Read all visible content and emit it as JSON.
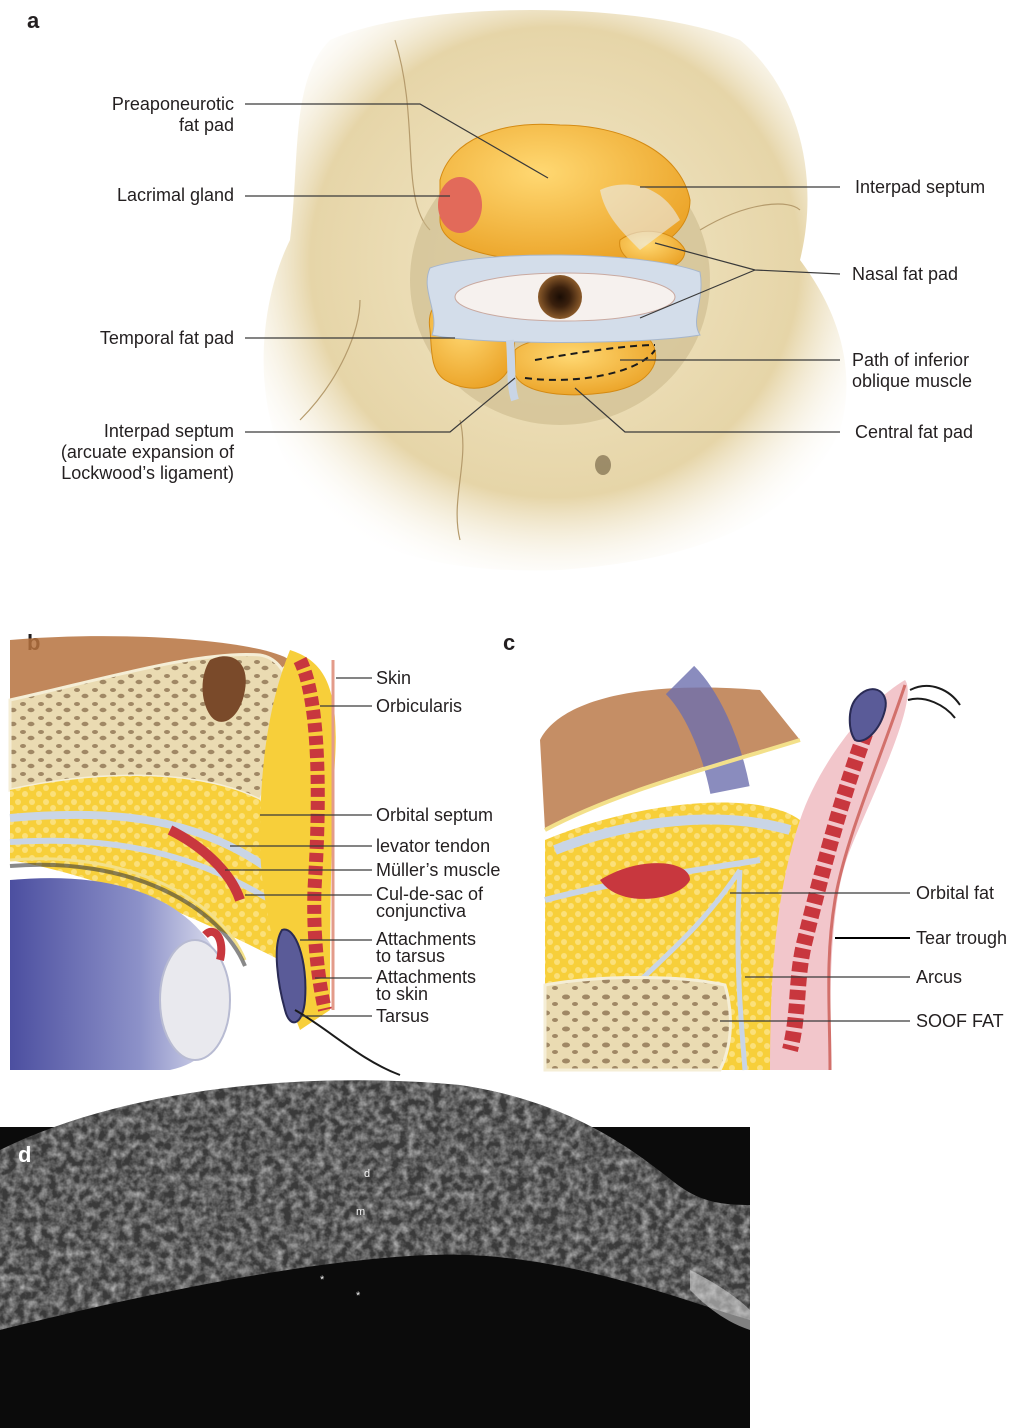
{
  "panels": {
    "a": {
      "letter": "a",
      "labels": {
        "preaponeurotic_1": "Preaponeurotic",
        "preaponeurotic_2": "fat pad",
        "lacrimal_gland": "Lacrimal gland",
        "temporal_fat_pad": "Temporal fat pad",
        "interpad_left_1": "Interpad septum",
        "interpad_left_2": "(arcuate expansion of",
        "interpad_left_3": "Lockwood’s ligament)",
        "interpad_right": "Interpad septum",
        "nasal_fat_pad": "Nasal fat pad",
        "path_inferior_1": "Path of inferior",
        "path_inferior_2": "oblique muscle",
        "central_fat_pad": "Central fat pad"
      }
    },
    "b": {
      "letter": "b",
      "labels": {
        "skin": "Skin",
        "orbicularis": "Orbicularis",
        "orbital_septum": "Orbital septum",
        "levator_tendon": "levator tendon",
        "muller": "Müller’s muscle",
        "culdesac_1": "Cul-de-sac of",
        "culdesac_2": "conjunctiva",
        "att_tarsus_1": "Attachments",
        "att_tarsus_2": "to tarsus",
        "att_skin_1": "Attachments",
        "att_skin_2": "to skin",
        "tarsus": "Tarsus"
      }
    },
    "c": {
      "letter": "c",
      "labels": {
        "orbital_fat": "Orbital fat",
        "tear_trough": "Tear trough",
        "arcus": "Arcus",
        "soof": "SOOF FAT"
      }
    },
    "d": {
      "letter": "d",
      "markers": {
        "d": "d",
        "m": "m",
        "star1": "*",
        "star2": "*"
      }
    }
  },
  "colors": {
    "bone": "#eadbb2",
    "fat": "#f5b52e",
    "septum": "#c9d5e6",
    "muscle": "#c8373e",
    "skin_pink": "#f2c6cb",
    "ultrasound_bg": "#0b0b0b"
  }
}
